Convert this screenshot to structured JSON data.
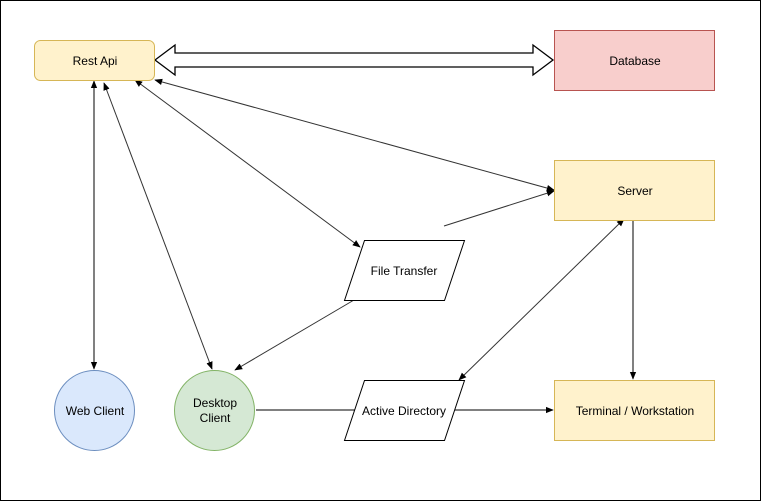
{
  "diagram": {
    "nodes": {
      "rest_api": {
        "label": "Rest Api",
        "fill": "#fff2cc",
        "stroke": "#d6b656"
      },
      "database": {
        "label": "Database",
        "fill": "#f8cecc",
        "stroke": "#b85450"
      },
      "server": {
        "label": "Server",
        "fill": "#fff2cc",
        "stroke": "#d6b656"
      },
      "file_transfer": {
        "label": "File Transfer",
        "fill": "#ffffff",
        "stroke": "#000000"
      },
      "active_directory": {
        "label": "Active Directory",
        "fill": "#ffffff",
        "stroke": "#000000"
      },
      "terminal": {
        "label": "Terminal / Workstation",
        "fill": "#fff2cc",
        "stroke": "#d6b656"
      },
      "web_client": {
        "label": "Web Client",
        "fill": "#dae8fc",
        "stroke": "#6c8ebf"
      },
      "desktop_client": {
        "label_line1": "Desktop",
        "label_line2": "Client",
        "fill": "#d5e8d4",
        "stroke": "#82b366"
      }
    }
  }
}
